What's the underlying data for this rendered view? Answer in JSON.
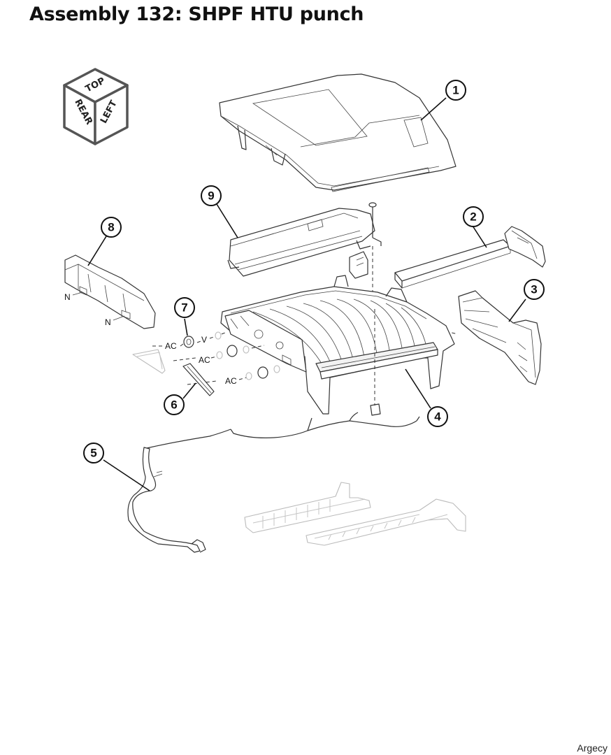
{
  "title": "Assembly 132: SHPF HTU punch",
  "footer_brand": "Argecy",
  "orientation_cube": {
    "top": "TOP",
    "rear": "REAR",
    "left": "LEFT"
  },
  "callouts": [
    "1",
    "2",
    "3",
    "4",
    "5",
    "6",
    "7",
    "8",
    "9"
  ],
  "labels": {
    "n1": "N",
    "n2": "N",
    "ac1": "AC",
    "v": "V",
    "ac2": "AC",
    "ac3": "AC"
  }
}
